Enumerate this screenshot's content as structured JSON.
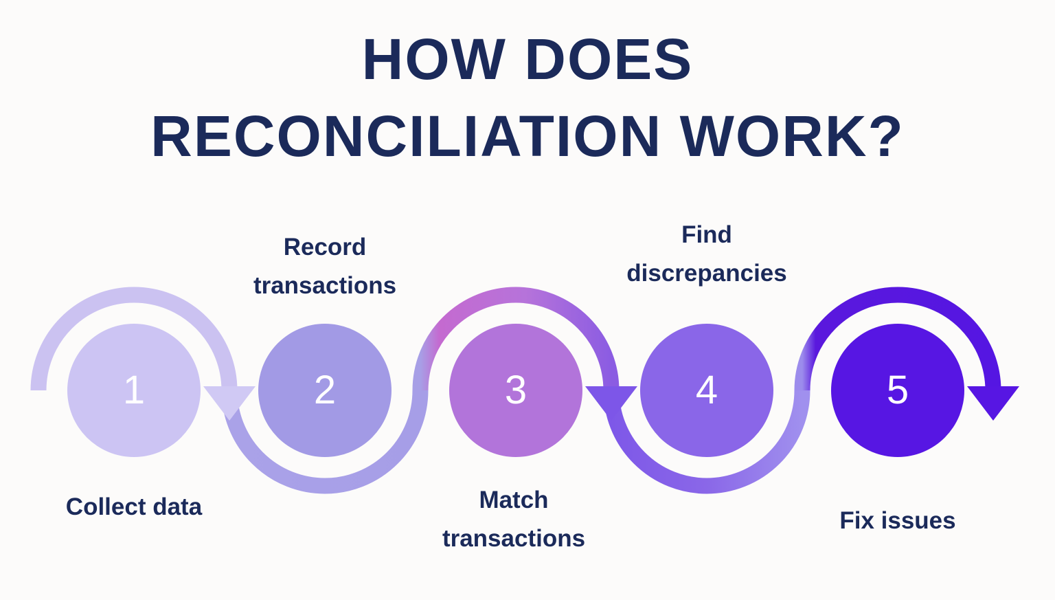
{
  "title": {
    "line1": "HOW DOES",
    "line2": "RECONCILIATION WORK?"
  },
  "colors": {
    "background": "#fcfbfa",
    "heading_text": "#1b2a5a",
    "label_text": "#1b2a5a",
    "number_text": "#ffffff"
  },
  "steps": [
    {
      "number": "1",
      "label": "Collect data",
      "label_position": "below",
      "circle_color": "#ccc4f3",
      "arc_side": "over",
      "arc_gradient": [
        [
          "0%",
          "#cbc2f1"
        ],
        [
          "100%",
          "#cbc2f1"
        ]
      ],
      "arrow_after": true,
      "arrow_color": "#d0c9f4"
    },
    {
      "number": "2",
      "label": "Record transactions",
      "label_position": "above",
      "circle_color": "#a29ae5",
      "arc_side": "under",
      "arc_gradient": [
        [
          "0%",
          "#aaa2e8"
        ],
        [
          "100%",
          "#a69ee7"
        ]
      ],
      "arrow_after": false
    },
    {
      "number": "3",
      "label": "Match transactions",
      "label_position": "below",
      "circle_color": "#b274da",
      "arc_side": "over",
      "arc_gradient": [
        [
          "0%",
          "#a79fe6"
        ],
        [
          "10%",
          "#c46ad0"
        ],
        [
          "55%",
          "#b673da"
        ],
        [
          "100%",
          "#8b5ce2"
        ]
      ],
      "arrow_after": true,
      "arrow_color": "#7d56e8"
    },
    {
      "number": "4",
      "label": "Find discrepancies",
      "label_position": "above",
      "circle_color": "#8a66e8",
      "arc_side": "under",
      "arc_gradient": [
        [
          "0%",
          "#7e58e8"
        ],
        [
          "50%",
          "#8a67e8"
        ],
        [
          "100%",
          "#a090ee"
        ]
      ],
      "arrow_after": false
    },
    {
      "number": "5",
      "label": "Fix issues",
      "label_position": "below",
      "circle_color": "#5716e3",
      "arc_side": "over",
      "arc_gradient": [
        [
          "0%",
          "#9c8cec"
        ],
        [
          "7%",
          "#5a18dd"
        ],
        [
          "100%",
          "#5516e2"
        ]
      ],
      "arrow_after": true,
      "arrow_color": "#5716e3"
    }
  ]
}
